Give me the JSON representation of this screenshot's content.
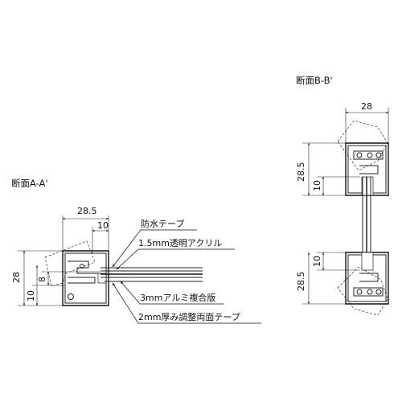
{
  "section_aa": {
    "title": "断面A-A'",
    "dim_width": "28.5",
    "dim_inner": "10",
    "dim_height": "28",
    "dim_10": "10",
    "dim_8": "8"
  },
  "section_bb": {
    "title": "断面B-B'",
    "dim_width": "28",
    "dim_top_height": "28.5",
    "dim_top_10": "10",
    "dim_bottom_10": "10",
    "dim_bottom_height": "28.5"
  },
  "callouts": {
    "waterproof_tape": "防水テープ",
    "acrylic": "1.5mm透明アクリル",
    "alumi_composite": "3mmアルミ複合版",
    "adjust_tape": "2mm厚み調整両面テープ"
  }
}
